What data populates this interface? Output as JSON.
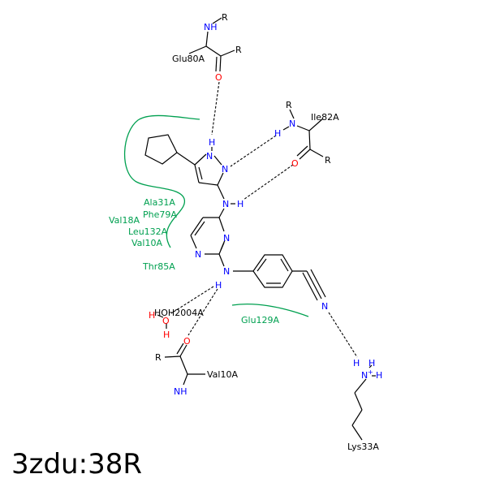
{
  "title": "3zdu:38R",
  "residues": {
    "glu80": "Glu80A",
    "ile82": "Ile82A",
    "ala31": "Ala31A",
    "phe79": "Phe79A",
    "val18": "Val18A",
    "leu132": "Leu132A",
    "val10_pocket": "Val10A",
    "thr85": "Thr85A",
    "hoh": "HOH2004A",
    "glu129": "Glu129A",
    "val10": "Val10A",
    "lys33": "Lys33A"
  },
  "atoms": {
    "R": "R",
    "NH": "NH",
    "N": "N",
    "H": "H",
    "O": "O",
    "Nplus": "N",
    "plus": "+"
  },
  "colors": {
    "nitrogen": "#0000ff",
    "oxygen": "#ff0000",
    "residue_pocket": "#00a050",
    "bond": "#000000"
  }
}
